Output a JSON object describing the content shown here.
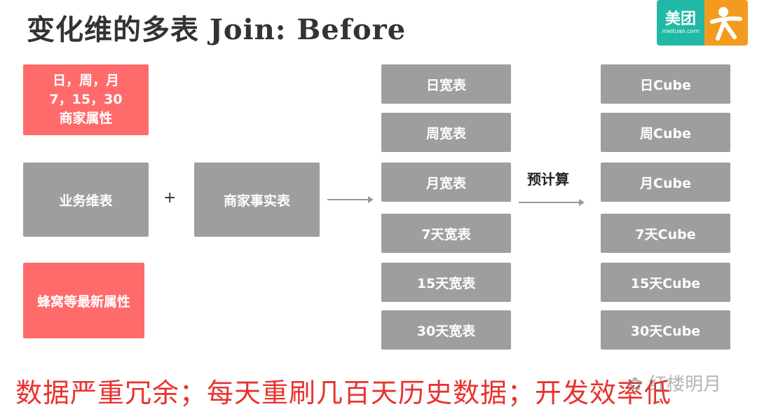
{
  "title": "变化维的多表 Join: Before",
  "logo": {
    "text": "美团",
    "sub": "meituan.com"
  },
  "left_top": {
    "line1": "日，周，月",
    "line2": "7，15，30",
    "line3": "商家属性"
  },
  "business_dim": "业务维表",
  "plus": "+",
  "merchant_fact": "商家事实表",
  "left_bottom": "蜂窝等最新属性",
  "wide_tables": [
    "日宽表",
    "周宽表",
    "月宽表",
    "7天宽表",
    "15天宽表",
    "30天宽表"
  ],
  "precompute_label": "预计算",
  "cubes": [
    "日Cube",
    "周Cube",
    "月Cube",
    "7天Cube",
    "15天Cube",
    "30天Cube"
  ],
  "footer": "数据严重冗余；每天重刷几百天历史数据；开发效率低",
  "watermark": "红楼明月",
  "colors": {
    "red": "#ff6b6b",
    "gray": "#9e9e9e",
    "footer": "#e8322f",
    "logo_teal": "#22b8a6",
    "logo_orange": "#f39b1f"
  }
}
